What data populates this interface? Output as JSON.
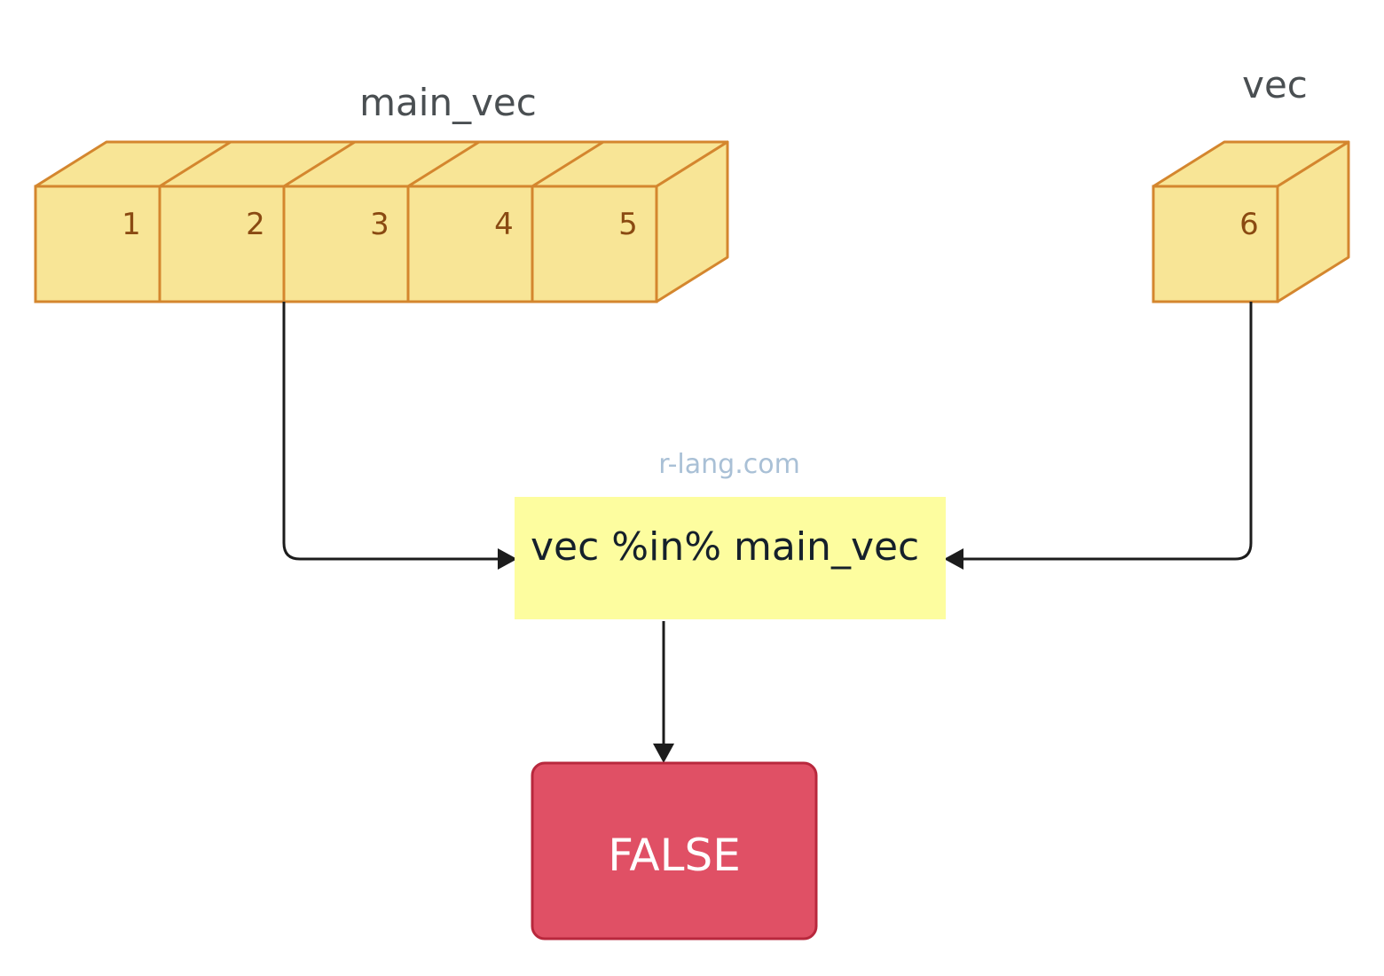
{
  "main_vec": {
    "title": "main_vec",
    "values": [
      "1",
      "2",
      "3",
      "4",
      "5"
    ]
  },
  "vec": {
    "title": "vec",
    "values": [
      "6"
    ]
  },
  "watermark": "r-lang.com",
  "operation": {
    "expression": "vec %in% main_vec"
  },
  "result": {
    "label": "FALSE"
  },
  "colors": {
    "cell_fill": "#f8e596",
    "cell_stroke": "#d4862e",
    "cell_text": "#8a4a12",
    "operation_fill": "#fdfd9f",
    "result_fill": "#e05065",
    "result_stroke": "#b8283d",
    "connector": "#1c1c1c"
  }
}
